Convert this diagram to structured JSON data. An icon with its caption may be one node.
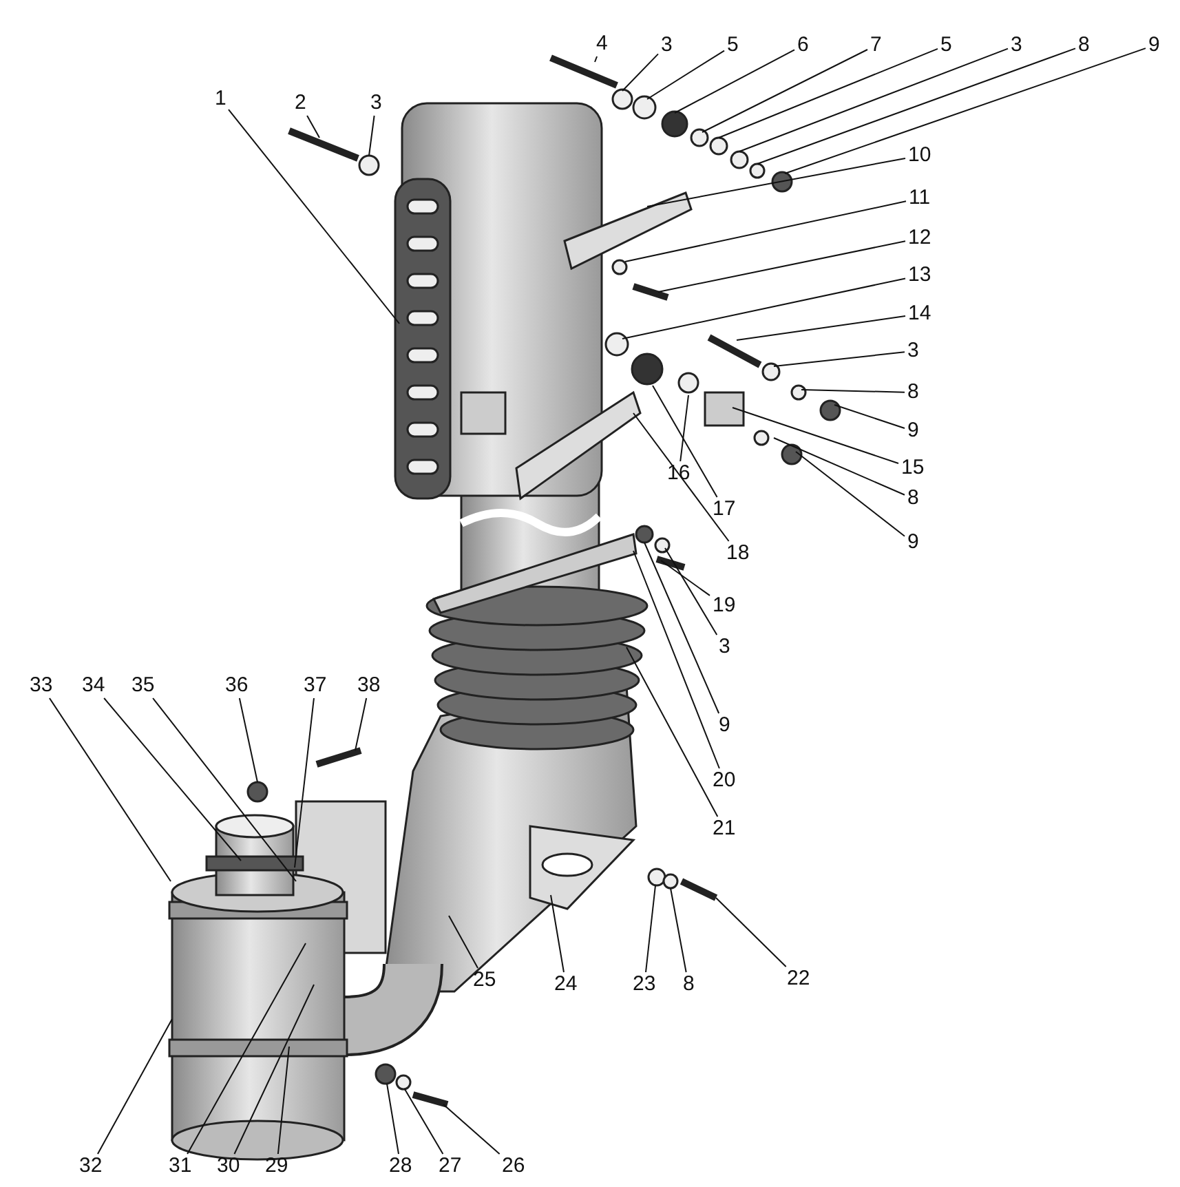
{
  "diagram": {
    "nodes": [
      {
        "text": [
          "4"
        ]
      },
      {
        "text": [
          "3"
        ]
      },
      {
        "text": [
          "5"
        ]
      },
      {
        "text": [
          "6"
        ]
      },
      {
        "text": [
          "7"
        ]
      },
      {
        "text": [
          "5"
        ]
      },
      {
        "text": [
          "3"
        ]
      },
      {
        "text": [
          "8"
        ]
      },
      {
        "text": [
          "9"
        ]
      },
      {
        "text": [
          "1"
        ]
      },
      {
        "text": [
          "2"
        ]
      },
      {
        "text": [
          "3"
        ]
      },
      {
        "text": [
          "10"
        ]
      },
      {
        "text": [
          "11"
        ]
      },
      {
        "text": [
          "12"
        ]
      },
      {
        "text": [
          "13"
        ]
      },
      {
        "text": [
          "14"
        ]
      },
      {
        "text": [
          "3"
        ]
      },
      {
        "text": [
          "8"
        ]
      },
      {
        "text": [
          "9"
        ]
      },
      {
        "text": [
          "15"
        ]
      },
      {
        "text": [
          "16"
        ]
      },
      {
        "text": [
          "8"
        ]
      },
      {
        "text": [
          "17"
        ]
      },
      {
        "text": [
          "9"
        ]
      },
      {
        "text": [
          "18"
        ]
      },
      {
        "text": [
          "19"
        ]
      },
      {
        "text": [
          "3"
        ]
      },
      {
        "text": [
          "33"
        ]
      },
      {
        "text": [
          "34"
        ]
      },
      {
        "text": [
          "35"
        ]
      },
      {
        "text": [
          "36"
        ]
      },
      {
        "text": [
          "37"
        ]
      },
      {
        "text": [
          "38"
        ]
      },
      {
        "text": [
          "9"
        ]
      },
      {
        "text": [
          "20"
        ]
      },
      {
        "text": [
          "21"
        ]
      },
      {
        "text": [
          "25"
        ]
      },
      {
        "text": [
          "24"
        ]
      },
      {
        "text": [
          "23"
        ]
      },
      {
        "text": [
          "8"
        ]
      },
      {
        "text": [
          "22"
        ]
      },
      {
        "text": [
          "32"
        ]
      },
      {
        "text": [
          "31"
        ]
      },
      {
        "text": [
          "30"
        ]
      },
      {
        "text": [
          "29"
        ]
      },
      {
        "text": [
          "28"
        ]
      },
      {
        "text": [
          "27"
        ]
      },
      {
        "text": [
          "26"
        ]
      }
    ],
    "edges": [
      {
        "from": 0,
        "to": null,
        "arrow": "none"
      },
      {
        "from": 1,
        "to": null,
        "arrow": "none"
      },
      {
        "from": 2,
        "to": null,
        "arrow": "none"
      },
      {
        "from": 3,
        "to": null,
        "arrow": "none"
      },
      {
        "from": 4,
        "to": null,
        "arrow": "none"
      },
      {
        "from": 5,
        "to": null,
        "arrow": "none"
      },
      {
        "from": 6,
        "to": null,
        "arrow": "none"
      },
      {
        "from": 7,
        "to": null,
        "arrow": "none"
      },
      {
        "from": 8,
        "to": null,
        "arrow": "none"
      },
      {
        "from": 9,
        "to": null,
        "arrow": "none"
      },
      {
        "from": 10,
        "to": null,
        "arrow": "none"
      },
      {
        "from": 11,
        "to": null,
        "arrow": "none"
      },
      {
        "from": 12,
        "to": null,
        "arrow": "none"
      },
      {
        "from": 13,
        "to": null,
        "arrow": "none"
      },
      {
        "from": 14,
        "to": null,
        "arrow": "none"
      },
      {
        "from": 15,
        "to": null,
        "arrow": "none"
      },
      {
        "from": 16,
        "to": null,
        "arrow": "none"
      },
      {
        "from": 17,
        "to": null,
        "arrow": "none"
      },
      {
        "from": 18,
        "to": null,
        "arrow": "none"
      },
      {
        "from": 19,
        "to": null,
        "arrow": "none"
      },
      {
        "from": 20,
        "to": null,
        "arrow": "none"
      },
      {
        "from": 21,
        "to": null,
        "arrow": "none"
      },
      {
        "from": 22,
        "to": null,
        "arrow": "none"
      },
      {
        "from": 23,
        "to": null,
        "arrow": "none"
      },
      {
        "from": 24,
        "to": null,
        "arrow": "none"
      },
      {
        "from": 25,
        "to": null,
        "arrow": "none"
      },
      {
        "from": 26,
        "to": null,
        "arrow": "none"
      },
      {
        "from": 27,
        "to": null,
        "arrow": "none"
      },
      {
        "from": 28,
        "to": null,
        "arrow": "none"
      },
      {
        "from": 29,
        "to": null,
        "arrow": "none"
      },
      {
        "from": 30,
        "to": null,
        "arrow": "none"
      },
      {
        "from": 31,
        "to": null,
        "arrow": "none"
      },
      {
        "from": 32,
        "to": null,
        "arrow": "none"
      },
      {
        "from": 33,
        "to": null,
        "arrow": "none"
      },
      {
        "from": 34,
        "to": null,
        "arrow": "none"
      },
      {
        "from": 35,
        "to": null,
        "arrow": "none"
      },
      {
        "from": 36,
        "to": null,
        "arrow": "none"
      },
      {
        "from": 37,
        "to": null,
        "arrow": "none"
      },
      {
        "from": 38,
        "to": null,
        "arrow": "none"
      },
      {
        "from": 39,
        "to": null,
        "arrow": "none"
      },
      {
        "from": 40,
        "to": null,
        "arrow": "none"
      },
      {
        "from": 41,
        "to": null,
        "arrow": "none"
      },
      {
        "from": 42,
        "to": null,
        "arrow": "none"
      },
      {
        "from": 43,
        "to": null,
        "arrow": "none"
      },
      {
        "from": 44,
        "to": null,
        "arrow": "none"
      },
      {
        "from": 45,
        "to": null,
        "arrow": "none"
      },
      {
        "from": 46,
        "to": null,
        "arrow": "none"
      },
      {
        "from": 47,
        "to": null,
        "arrow": "none"
      },
      {
        "from": 48,
        "to": null,
        "arrow": "none"
      }
    ]
  }
}
